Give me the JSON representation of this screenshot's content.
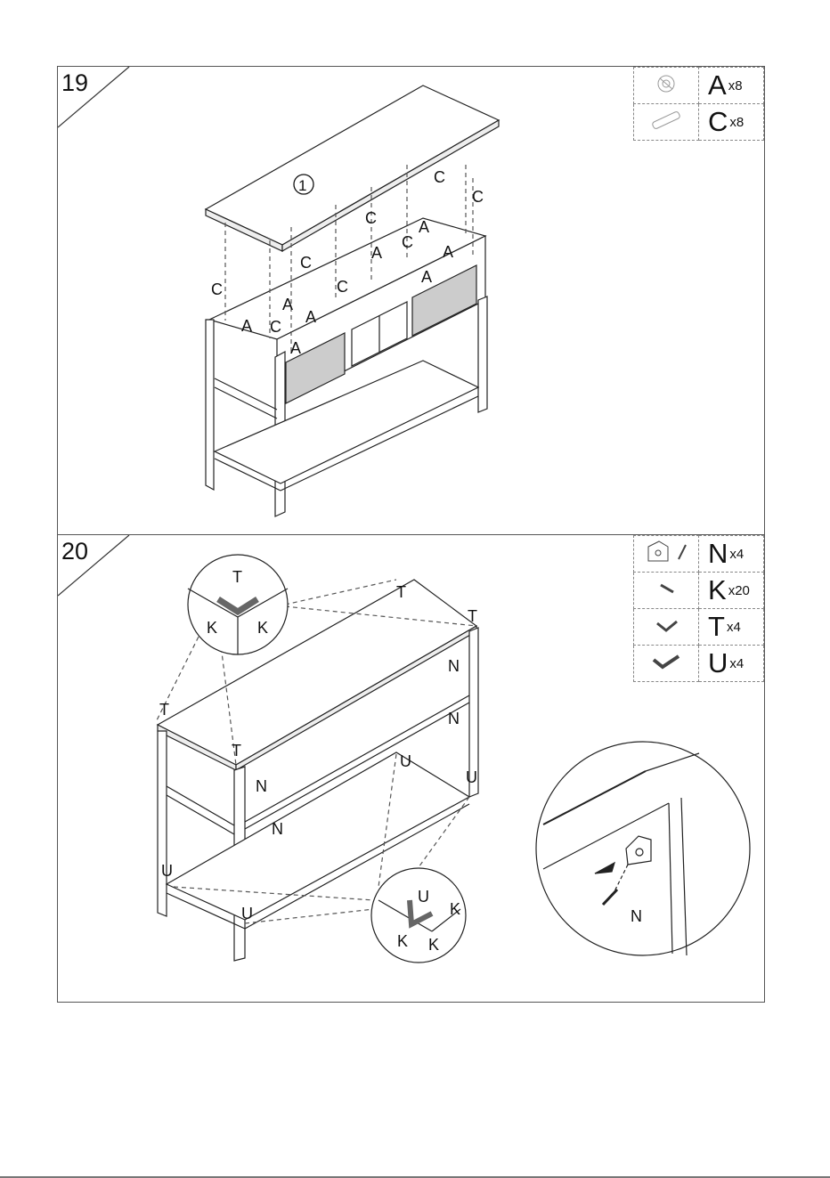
{
  "step19": {
    "number": "19",
    "board_marker": "1",
    "parts": [
      {
        "letter": "A",
        "count": "x8",
        "icon": "cam-lock-icon"
      },
      {
        "letter": "C",
        "count": "x8",
        "icon": "dowel-icon"
      }
    ],
    "labels": {
      "a": "A",
      "c": "C"
    }
  },
  "step20": {
    "number": "20",
    "parts": [
      {
        "letter": "N",
        "count": "x4",
        "icon": "bracket-and-screw-icon"
      },
      {
        "letter": "K",
        "count": "x20",
        "icon": "screw-icon"
      },
      {
        "letter": "T",
        "count": "x4",
        "icon": "corner-bracket-icon"
      },
      {
        "letter": "U",
        "count": "x4",
        "icon": "angle-bracket-icon"
      }
    ],
    "labels": {
      "t": "T",
      "k": "K",
      "n": "N",
      "u": "U"
    }
  }
}
